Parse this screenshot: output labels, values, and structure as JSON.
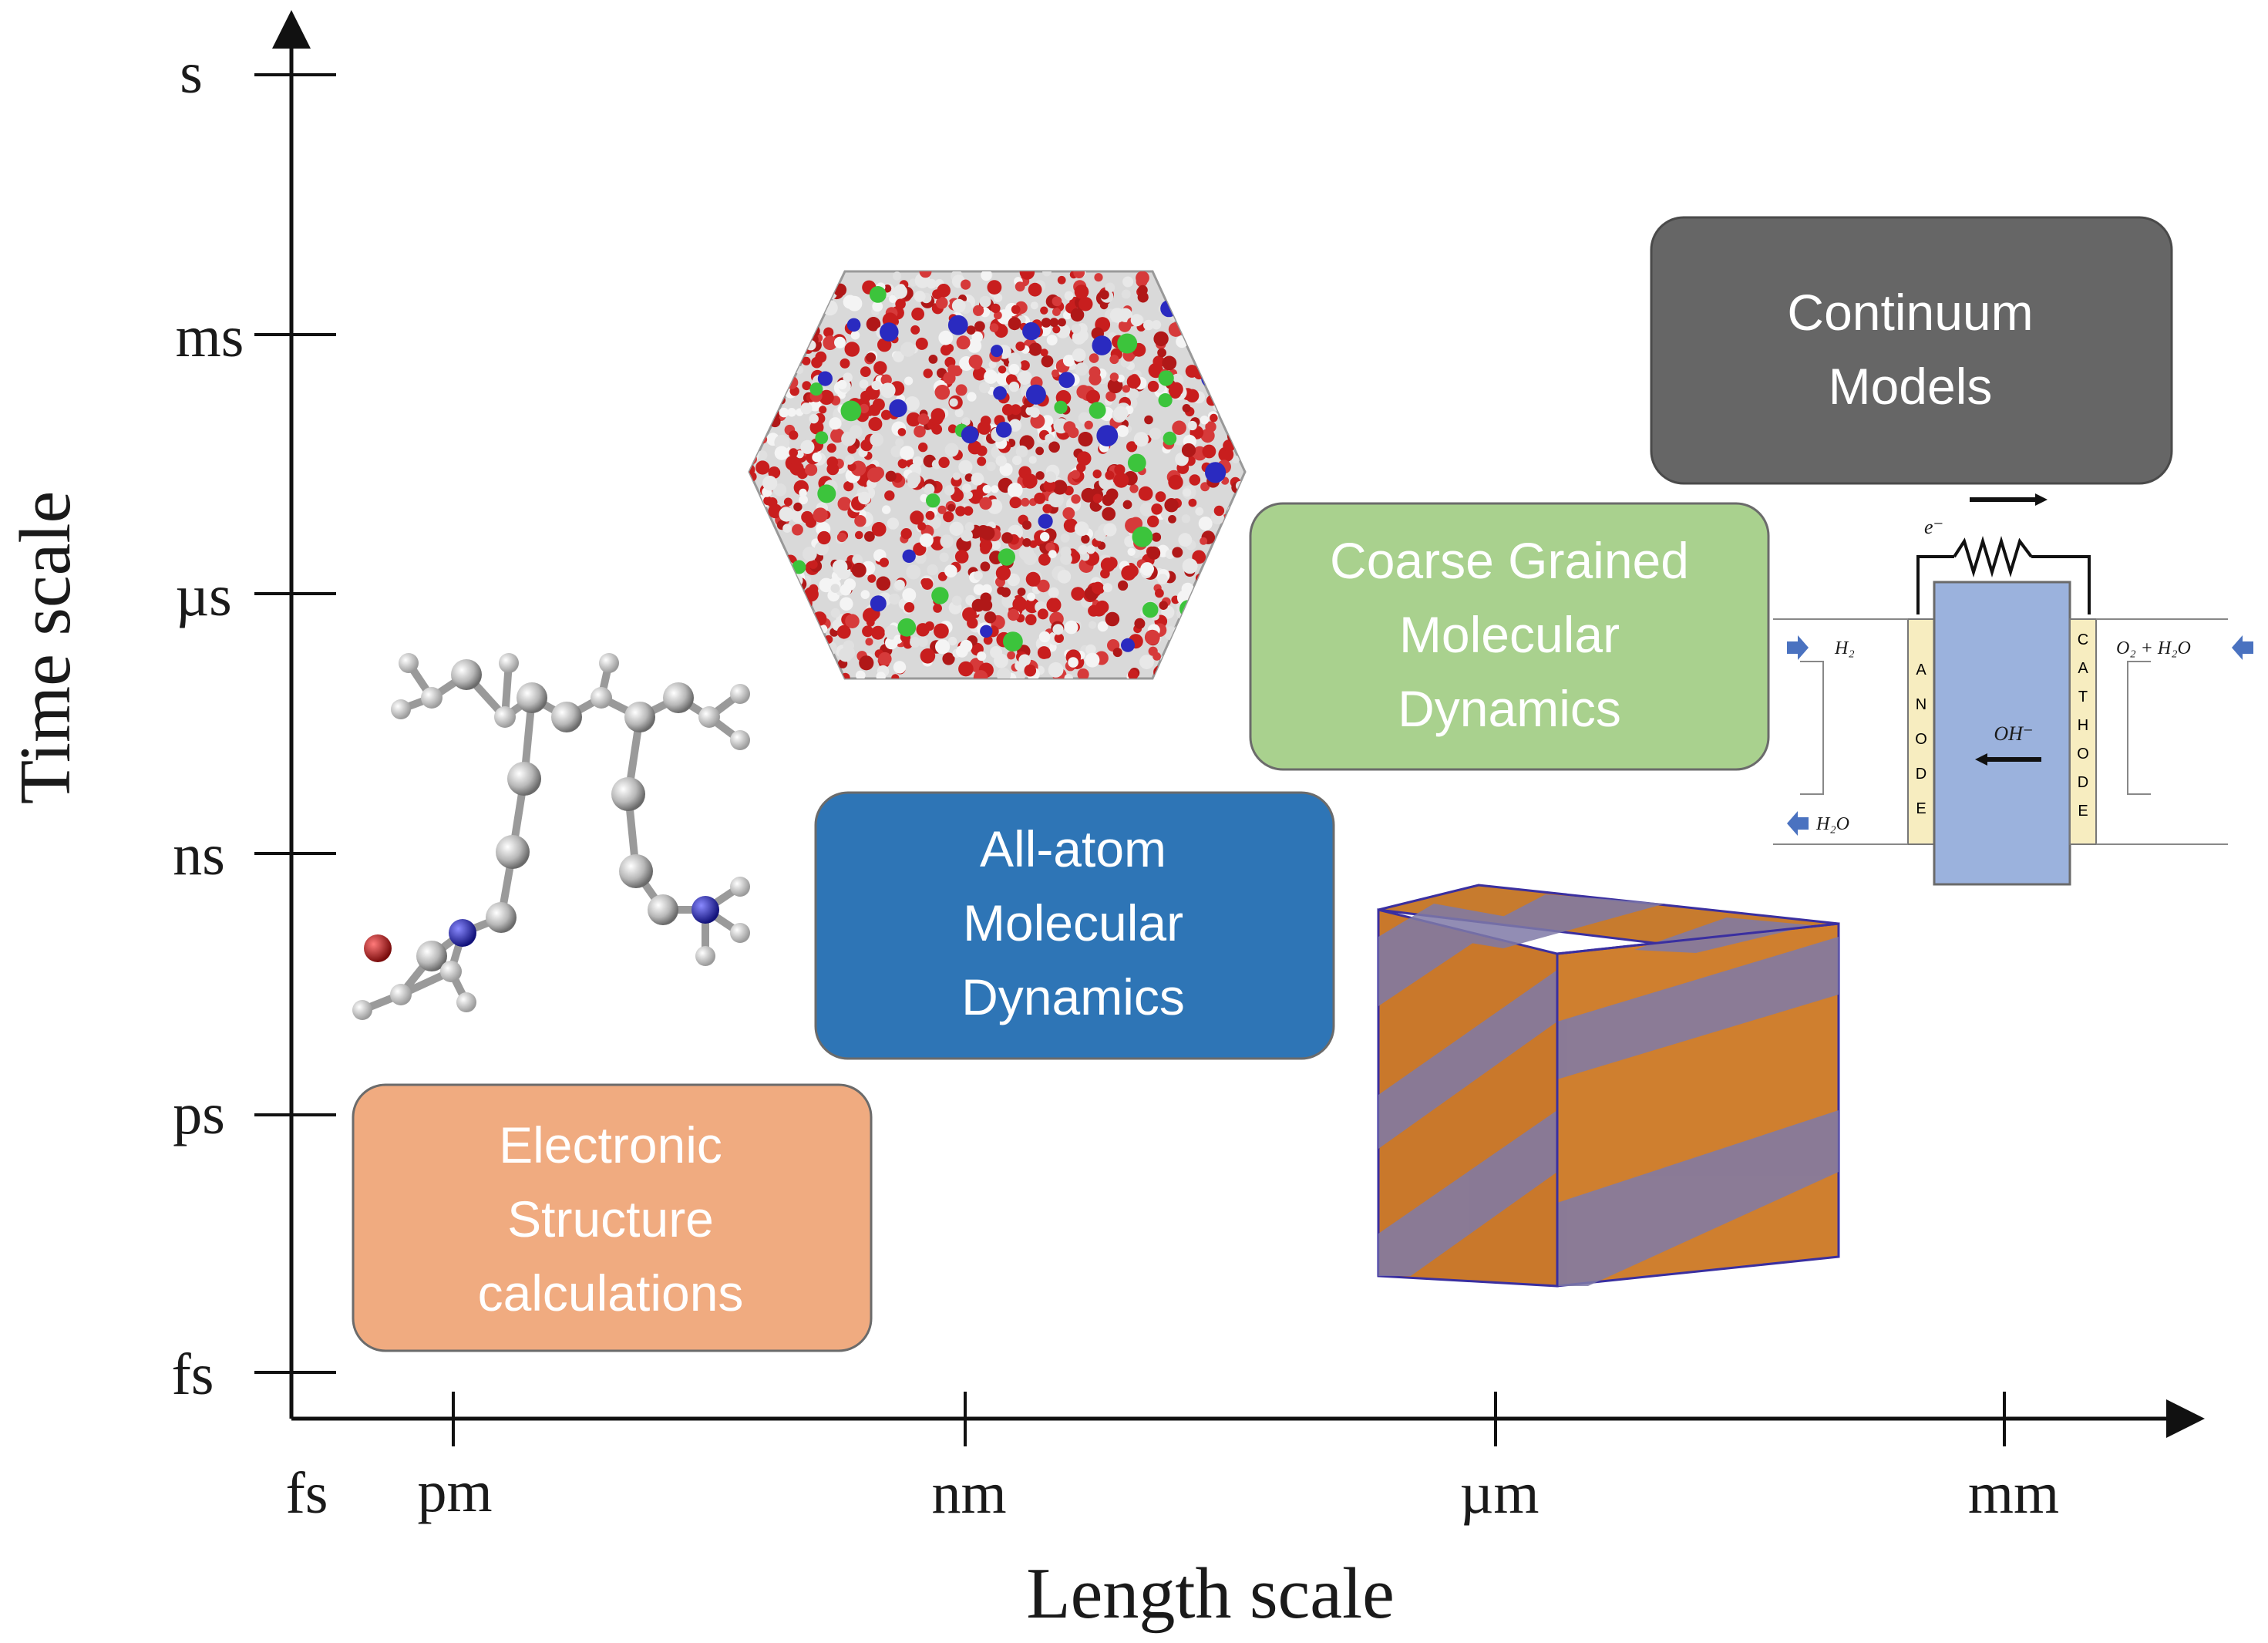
{
  "axes": {
    "y_title": "Time scale",
    "x_title": "Length scale",
    "y_ticks": [
      "s",
      "ms",
      "µs",
      "ns",
      "ps",
      "fs"
    ],
    "x_ticks": [
      "fs",
      "pm",
      "nm",
      "µm",
      "mm"
    ]
  },
  "boxes": {
    "electronic": {
      "lines": [
        "Electronic",
        "Structure",
        "calculations"
      ],
      "color": "#f0ab80"
    },
    "all_atom": {
      "lines": [
        "All-atom",
        "Molecular",
        "Dynamics"
      ],
      "color": "#2e75b6"
    },
    "coarse": {
      "lines": [
        "Coarse Grained",
        "Molecular",
        "Dynamics"
      ],
      "color": "#a9d18e"
    },
    "continuum": {
      "lines": [
        "Continuum",
        "Models"
      ],
      "color": "#666666"
    }
  },
  "fuel_cell": {
    "electron": "e⁻",
    "h2_in": "H₂",
    "h2o_out": "H₂O",
    "o2_h2o": "O₂ + H₂O",
    "hydroxide": "OH⁻",
    "anode_letters": [
      "A",
      "N",
      "O",
      "D",
      "E"
    ],
    "cathode_letters": [
      "C",
      "A",
      "T",
      "H",
      "O",
      "D",
      "E"
    ]
  },
  "images": {
    "molecule": "ball-and-stick-molecule",
    "hexagon": "hexagonal-atomistic-simulation-box",
    "cube": "coarse-grained-lamellar-cube"
  }
}
